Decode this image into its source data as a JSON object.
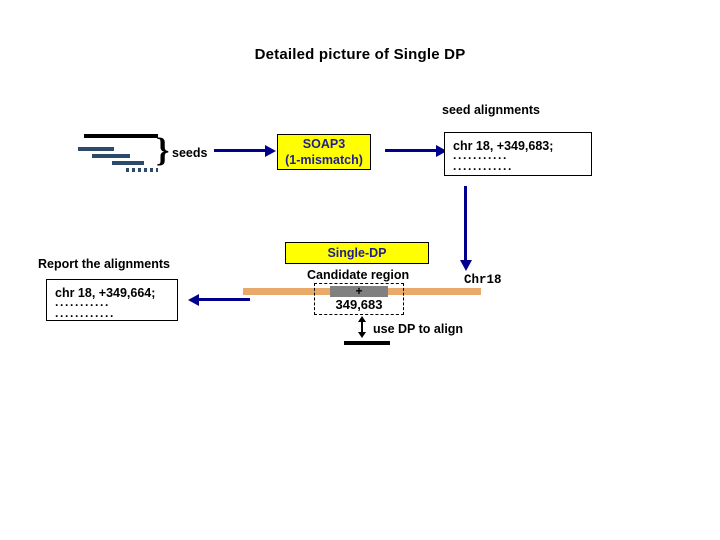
{
  "slide": {
    "title": "Detailed picture of Single DP",
    "background": "#ffffff"
  },
  "colors": {
    "highlight_box": "#ffff00",
    "box_text": "#1f1f8f",
    "arrow": "#00008f",
    "chromosome": "#e8a96a",
    "seed": "#2c4a6b",
    "segment": "#808080",
    "outline": "#000000"
  },
  "seeds_group": {
    "brace_glyph": "}",
    "label": "seeds",
    "dots_glyph": "··········"
  },
  "soap3_box": {
    "line1": "SOAP3",
    "line2": "(1-mismatch)"
  },
  "seed_alignments": {
    "caption": "seed alignments",
    "line1": "chr 18, +349,683;",
    "line2": "···········",
    "line3": "············"
  },
  "single_dp_box": {
    "label": "Single-DP"
  },
  "candidate": {
    "caption": "Candidate region",
    "position": "349,683",
    "strand": "+",
    "chromosome_label": "Chr18"
  },
  "dp_note": {
    "label": "use DP to align"
  },
  "report": {
    "caption": "Report the alignments",
    "line1": "chr 18, +349,664;",
    "line2": "···········",
    "line3": "············"
  }
}
